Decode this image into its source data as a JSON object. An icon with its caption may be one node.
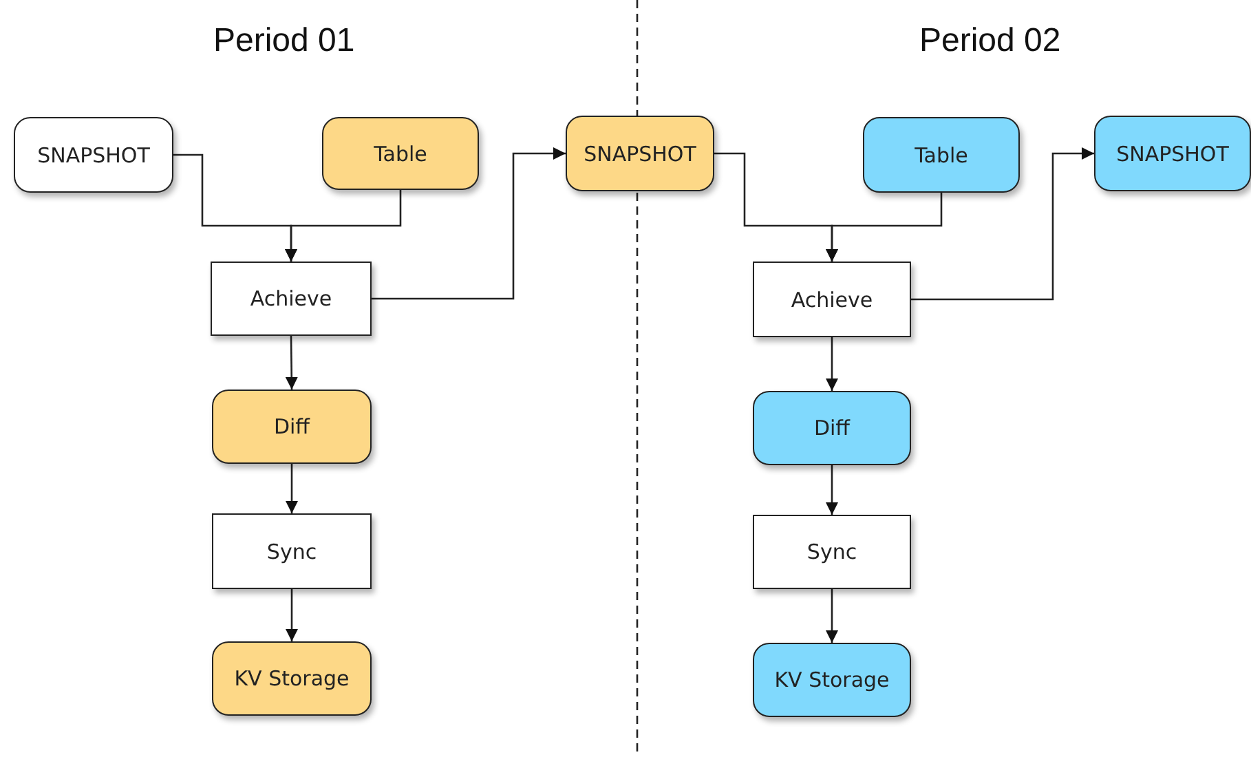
{
  "diagram": {
    "nodes": [
      {
        "text": [
          "SNAPSHOT"
        ]
      },
      {
        "text": [
          "Table"
        ]
      },
      {
        "text": [
          "Achieve"
        ]
      },
      {
        "text": [
          "Diff"
        ]
      },
      {
        "text": [
          "Sync"
        ]
      },
      {
        "text": [
          "KV Storage"
        ]
      },
      {
        "text": [
          "SNAPSHOT"
        ]
      },
      {
        "text": [
          "Table"
        ]
      },
      {
        "text": [
          "Achieve"
        ]
      },
      {
        "text": [
          "Diff"
        ]
      },
      {
        "text": [
          "Sync"
        ]
      },
      {
        "text": [
          "KV Storage"
        ]
      },
      {
        "text": [
          "SNAPSHOT"
        ]
      }
    ],
    "edges": [
      {
        "from": 0,
        "to": 2,
        "arrow": "to"
      },
      {
        "from": 1,
        "to": 2,
        "arrow": "to"
      },
      {
        "from": 2,
        "to": 3,
        "arrow": "to"
      },
      {
        "from": 3,
        "to": 4,
        "arrow": "to"
      },
      {
        "from": 4,
        "to": 5,
        "arrow": "to"
      },
      {
        "from": 2,
        "to": 6,
        "arrow": "to"
      },
      {
        "from": 6,
        "to": 8,
        "arrow": "to"
      },
      {
        "from": 7,
        "to": 8,
        "arrow": "to"
      },
      {
        "from": 8,
        "to": 9,
        "arrow": "to"
      },
      {
        "from": 9,
        "to": 10,
        "arrow": "to"
      },
      {
        "from": 10,
        "to": 11,
        "arrow": "to"
      },
      {
        "from": 8,
        "to": 12,
        "arrow": "to"
      }
    ],
    "labels": [
      "Period 01",
      "Period 02"
    ]
  }
}
